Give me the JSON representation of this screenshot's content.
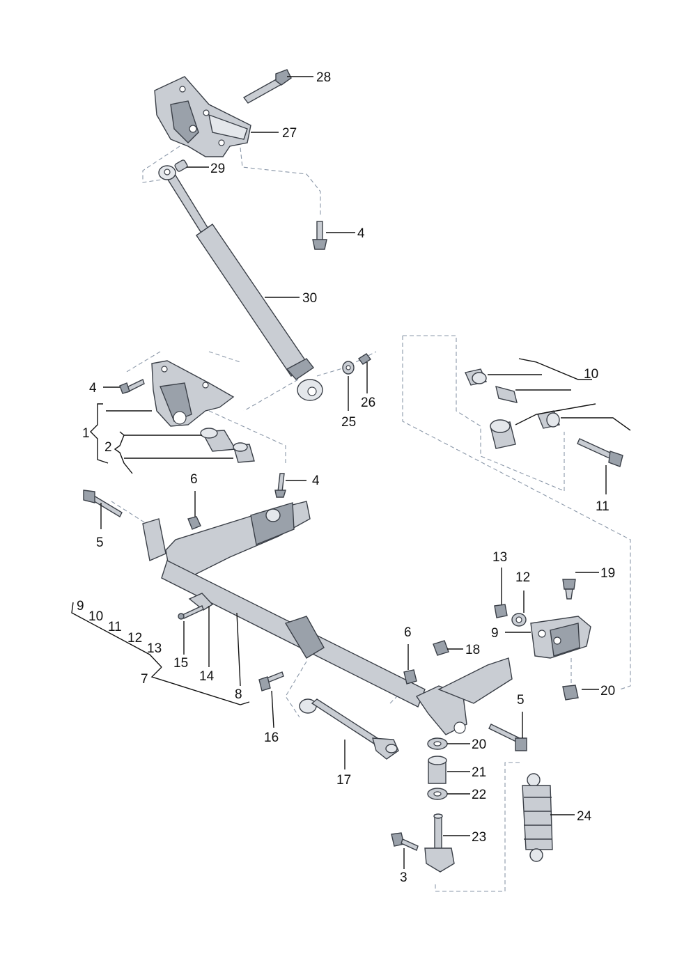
{
  "callouts": [
    {
      "id": "c28",
      "text": "28"
    },
    {
      "id": "c27",
      "text": "27"
    },
    {
      "id": "c29",
      "text": "29"
    },
    {
      "id": "c4a",
      "text": "4"
    },
    {
      "id": "c30",
      "text": "30"
    },
    {
      "id": "c4b",
      "text": "4"
    },
    {
      "id": "c1",
      "text": "1"
    },
    {
      "id": "c2",
      "text": "2"
    },
    {
      "id": "c25",
      "text": "25"
    },
    {
      "id": "c26",
      "text": "26"
    },
    {
      "id": "c10a",
      "text": "10"
    },
    {
      "id": "c11a",
      "text": "11"
    },
    {
      "id": "c4c",
      "text": "4"
    },
    {
      "id": "c6a",
      "text": "6"
    },
    {
      "id": "c5a",
      "text": "5"
    },
    {
      "id": "c13a",
      "text": "13"
    },
    {
      "id": "c12a",
      "text": "12"
    },
    {
      "id": "c19",
      "text": "19"
    },
    {
      "id": "c9a",
      "text": "9"
    },
    {
      "id": "c9b",
      "text": "9"
    },
    {
      "id": "c10b",
      "text": "10"
    },
    {
      "id": "c11b",
      "text": "11"
    },
    {
      "id": "c12b",
      "text": "12"
    },
    {
      "id": "c13b",
      "text": "13"
    },
    {
      "id": "c15",
      "text": "15"
    },
    {
      "id": "c14",
      "text": "14"
    },
    {
      "id": "c7",
      "text": "7"
    },
    {
      "id": "c8",
      "text": "8"
    },
    {
      "id": "c6b",
      "text": "6"
    },
    {
      "id": "c18",
      "text": "18"
    },
    {
      "id": "c20a",
      "text": "20"
    },
    {
      "id": "c16",
      "text": "16"
    },
    {
      "id": "c5b",
      "text": "5"
    },
    {
      "id": "c20b",
      "text": "20"
    },
    {
      "id": "c17",
      "text": "17"
    },
    {
      "id": "c21",
      "text": "21"
    },
    {
      "id": "c22",
      "text": "22"
    },
    {
      "id": "c24",
      "text": "24"
    },
    {
      "id": "c23",
      "text": "23"
    },
    {
      "id": "c3",
      "text": "3"
    }
  ],
  "colors": {
    "part_fill": "#c9cdd3",
    "part_shadow": "#9aa1aa",
    "outline": "#3a3f47",
    "dashed_link": "#8a97a8",
    "label": "#111111"
  }
}
